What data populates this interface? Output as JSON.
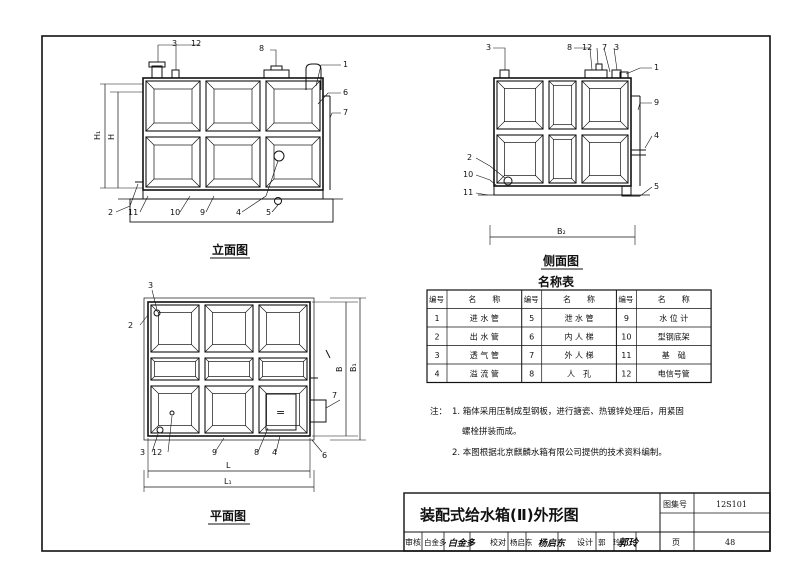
{
  "views": {
    "front": {
      "title": "立面图",
      "callouts": [
        "3",
        "12",
        "8",
        "1",
        "6",
        "7",
        "2",
        "11",
        "10",
        "9",
        "4",
        "5"
      ],
      "dims": [
        "H₁",
        "H"
      ]
    },
    "side": {
      "title": "侧面图",
      "callouts": [
        "3",
        "8",
        "12",
        "7",
        "3",
        "1",
        "9",
        "4",
        "2",
        "10",
        "11",
        "5"
      ],
      "dims": [
        "B₂"
      ]
    },
    "plan": {
      "title": "平面图",
      "callouts": [
        "3",
        "2",
        "7",
        "3",
        "12",
        "9",
        "8",
        "4",
        "6"
      ],
      "dims": [
        "B",
        "B₁",
        "L",
        "L₁"
      ],
      "manhole_symbol": "="
    }
  },
  "legend": {
    "title": "名称表",
    "header": {
      "no": "编号",
      "name": "名　　称"
    },
    "items": [
      {
        "no": "1",
        "name": "进 水 管"
      },
      {
        "no": "2",
        "name": "出 水 管"
      },
      {
        "no": "3",
        "name": "透 气 管"
      },
      {
        "no": "4",
        "name": "溢 流 管"
      },
      {
        "no": "5",
        "name": "泄 水 管"
      },
      {
        "no": "6",
        "name": "内 人 梯"
      },
      {
        "no": "7",
        "name": "外 人 梯"
      },
      {
        "no": "8",
        "name": "人　孔"
      },
      {
        "no": "9",
        "name": "水 位 计"
      },
      {
        "no": "10",
        "name": "型钢底架"
      },
      {
        "no": "11",
        "name": "基　础"
      },
      {
        "no": "12",
        "name": "电信号管"
      }
    ]
  },
  "notes": {
    "prefix": "注：",
    "lines": [
      "1. 箱体采用压制成型钢板，进行搪瓷、热镀锌处理后，用紧固",
      "螺栓拼装而成。",
      "2. 本图根据北京麒麟水箱有限公司提供的技术资料编制。"
    ]
  },
  "titleblock": {
    "title": "装配式给水箱(Ⅱ)外形图",
    "atlas_label": "图集号",
    "atlas_no": "12S101",
    "page_label": "页",
    "page_no": "48",
    "review_label": "审核",
    "reviewer": "白金多",
    "review_sig": "白金多",
    "check_label": "校对",
    "checker": "杨启东",
    "check_sig": "杨启东",
    "design_label": "设计",
    "designer": "郭　玲",
    "design_sig": "郭玲"
  }
}
